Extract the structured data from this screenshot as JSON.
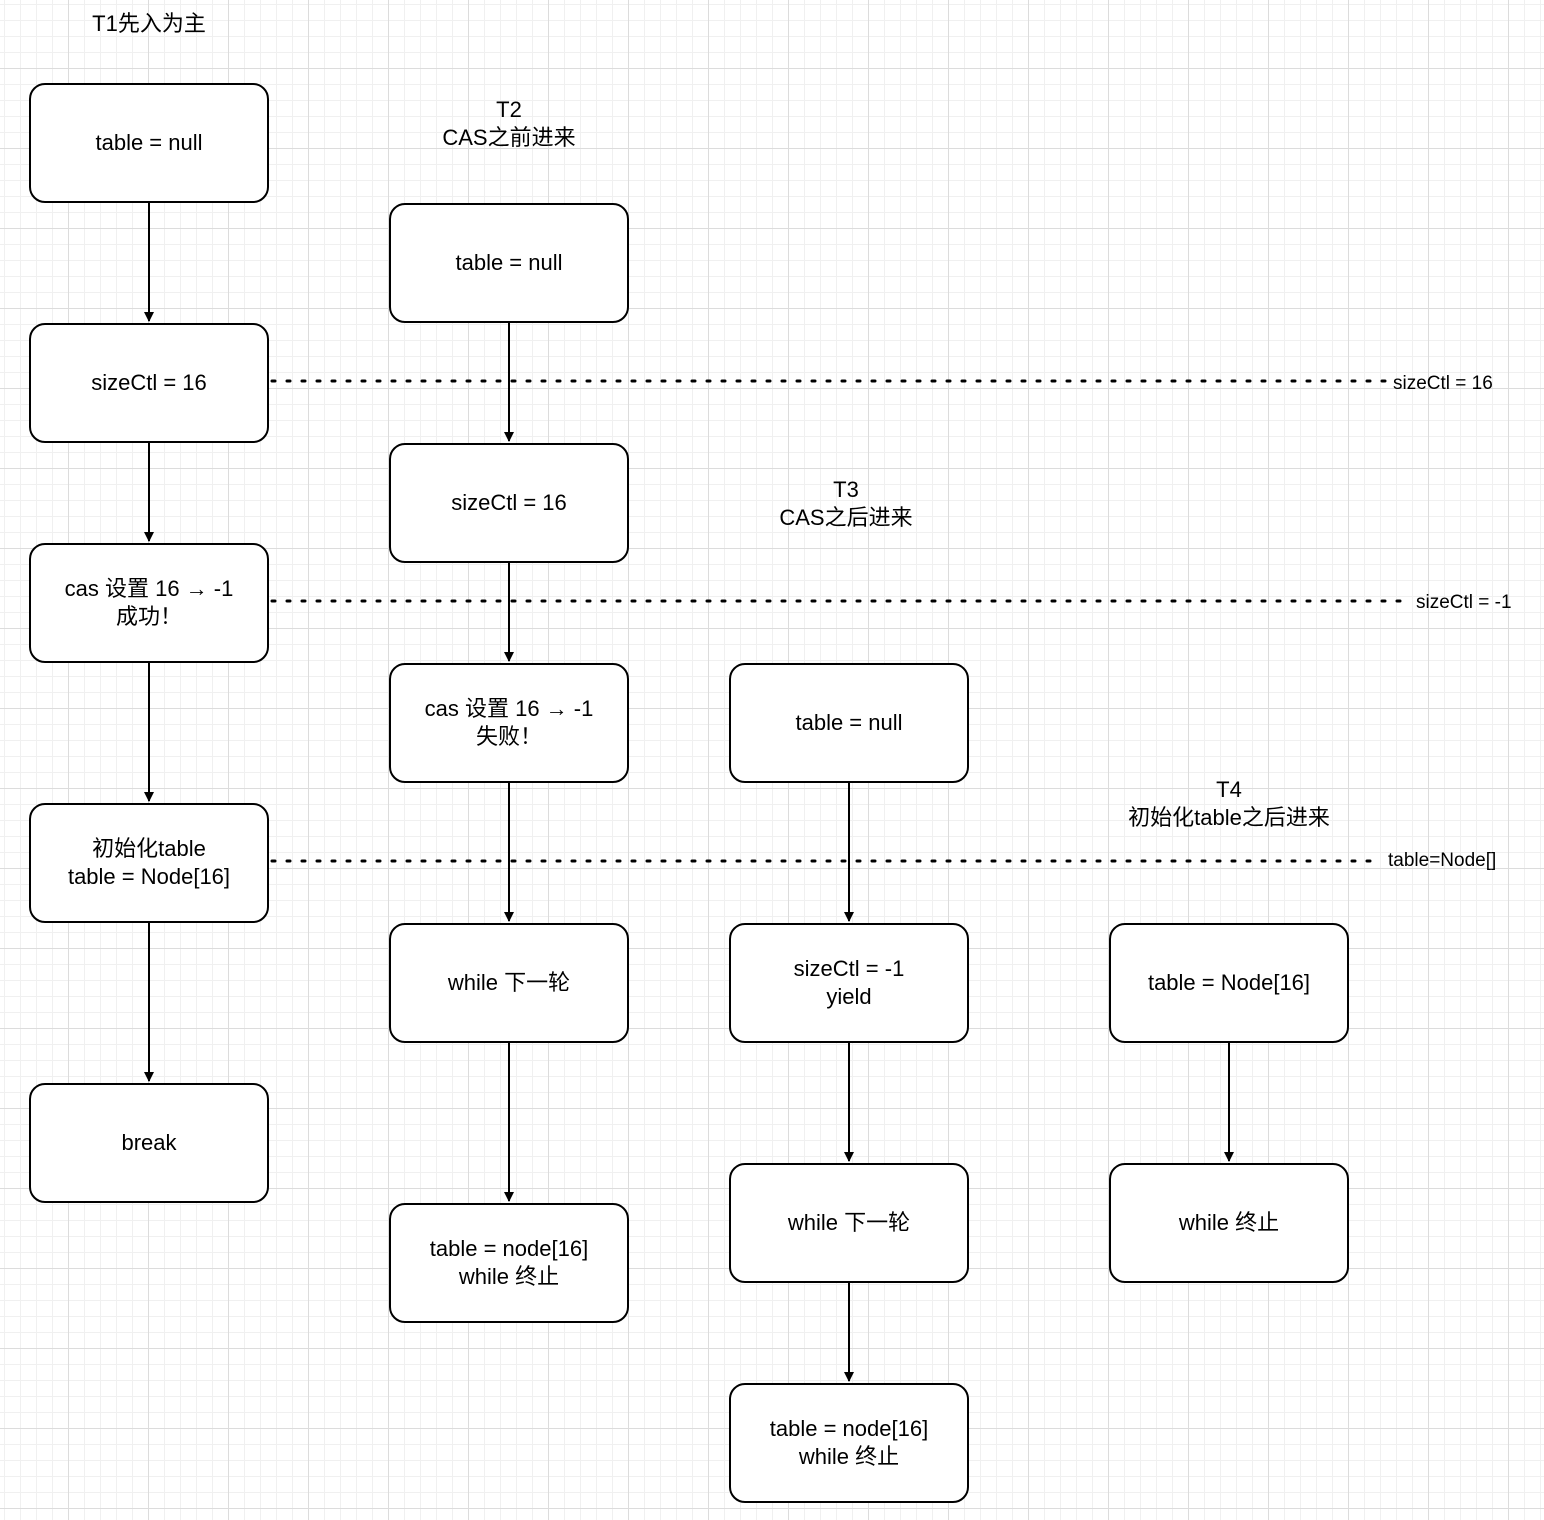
{
  "headers": {
    "t1": "T1先入为主",
    "t2": "T2\nCAS之前进来",
    "t3": "T3\nCAS之后进来",
    "t4": "T4\n初始化table之后进来"
  },
  "nodes": {
    "t1_table_null": "table = null",
    "t1_sizectl": "sizeCtl = 16",
    "t1_cas": "cas 设置 16 → -1\n成功！",
    "t1_init": "初始化table\ntable = Node[16]",
    "t1_break": "break",
    "t2_table_null": "table = null",
    "t2_sizectl": "sizeCtl = 16",
    "t2_cas": "cas 设置 16 → -1\n失败！",
    "t2_while_next": "while 下一轮",
    "t2_end": "table = node[16]\nwhile 终止",
    "t3_table_null": "table = null",
    "t3_sizectl_yield": "sizeCtl = -1\nyield",
    "t3_while_next": "while 下一轮",
    "t3_end": "table = node[16]\nwhile 终止",
    "t4_table": "table = Node[16]",
    "t4_end": "while 终止"
  },
  "state_lines": {
    "sizectl_16": "sizeCtl = 16",
    "sizectl_neg1": "sizeCtl = -1",
    "table_node": "table=Node[]"
  }
}
